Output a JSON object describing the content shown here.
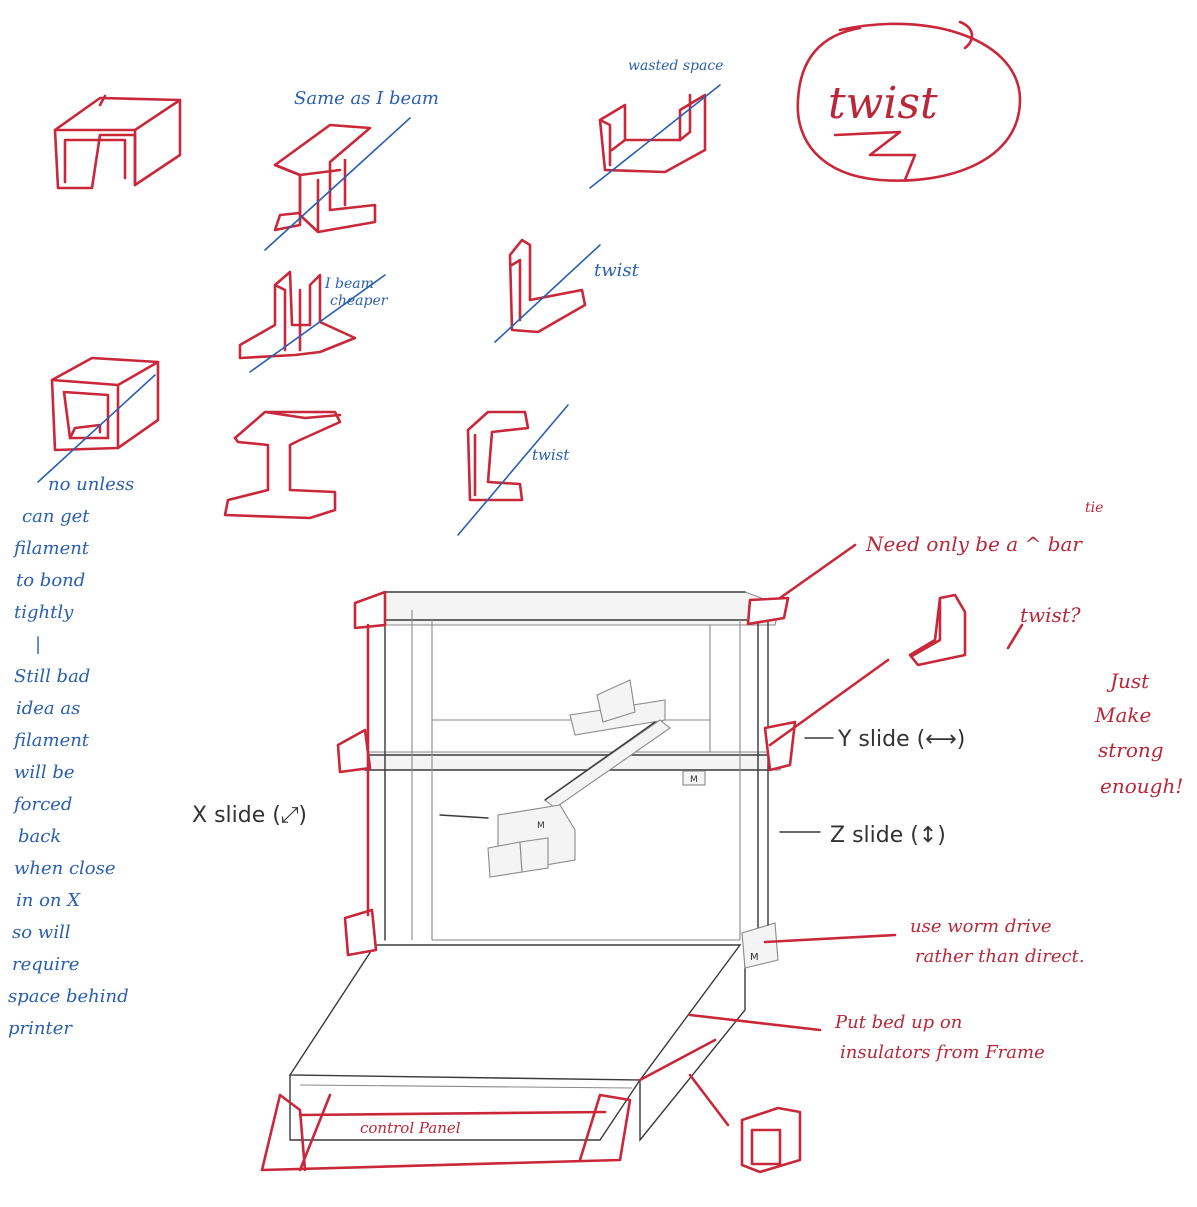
{
  "beam_notes": {
    "same_as_i_beam": "Same as I beam",
    "wasted_space": "wasted space",
    "twist_title": "twist",
    "i_beam_cheaper_1": "I beam",
    "i_beam_cheaper_2": "cheaper",
    "twist_angle": "twist",
    "twist_channel": "twist"
  },
  "left_note": {
    "lines": [
      "no unless",
      "can get",
      "filament",
      "to bond",
      "tightly",
      "|",
      "Still bad",
      "idea as",
      "filament",
      "will be",
      "forced",
      "back",
      "when close",
      "in on X",
      "so will",
      "require",
      "space behind",
      "printer"
    ]
  },
  "printer_labels": {
    "x_slide": "X slide (⤢)",
    "y_slide": "Y slide (⟷)",
    "z_slide": "Z slide (↕)",
    "motor": "M",
    "control_panel": "control Panel"
  },
  "right_notes": {
    "tie_word": "tie",
    "need_tie_bar": "Need only be a ^ bar",
    "twist_question": "twist?",
    "just_make": "Just",
    "make": "Make",
    "strong": "strong",
    "enough": "enough!",
    "worm_drive_1": "use worm drive",
    "worm_drive_2": "rather than direct.",
    "insulators_1": "Put bed up on",
    "insulators_2": "insulators from Frame"
  },
  "colors": {
    "red_pen": "#c8283a",
    "blue_pen": "#2a5fb0",
    "pencil": "#8a8a8a",
    "black_pen": "#333333"
  }
}
